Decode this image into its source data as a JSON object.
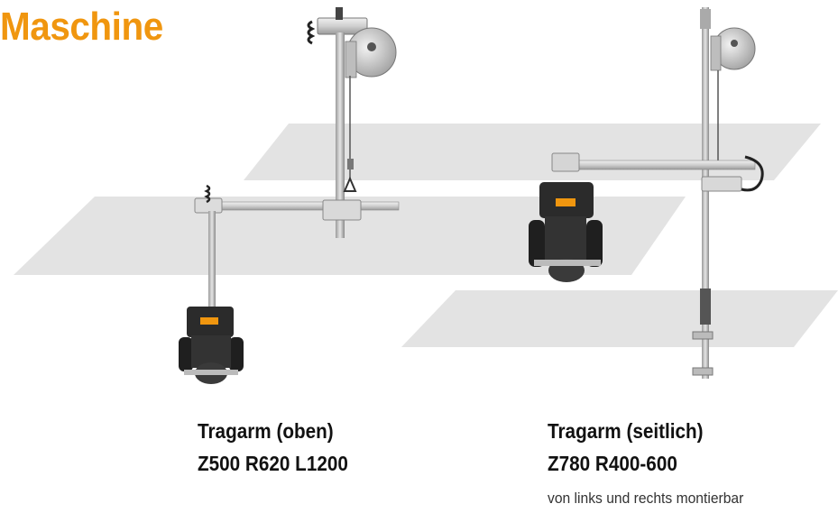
{
  "page": {
    "title": "Maschine",
    "accent_color": "#f0960f"
  },
  "products": [
    {
      "name": "Tragarm (oben)",
      "code": "Z500 R620 L1200",
      "illustration": "ceiling-mounted-arm-with-tool"
    },
    {
      "name": "Tragarm (seitlich)",
      "code": "Z780 R400-600",
      "note": "von links und rechts montierbar",
      "illustration": "side-mounted-arm-with-tool"
    }
  ],
  "colors": {
    "floor_plane": "#e3e3e3",
    "metal": "#c9c9c9",
    "tool_body": "#2b2b2b",
    "tool_label": "#f0960f"
  }
}
